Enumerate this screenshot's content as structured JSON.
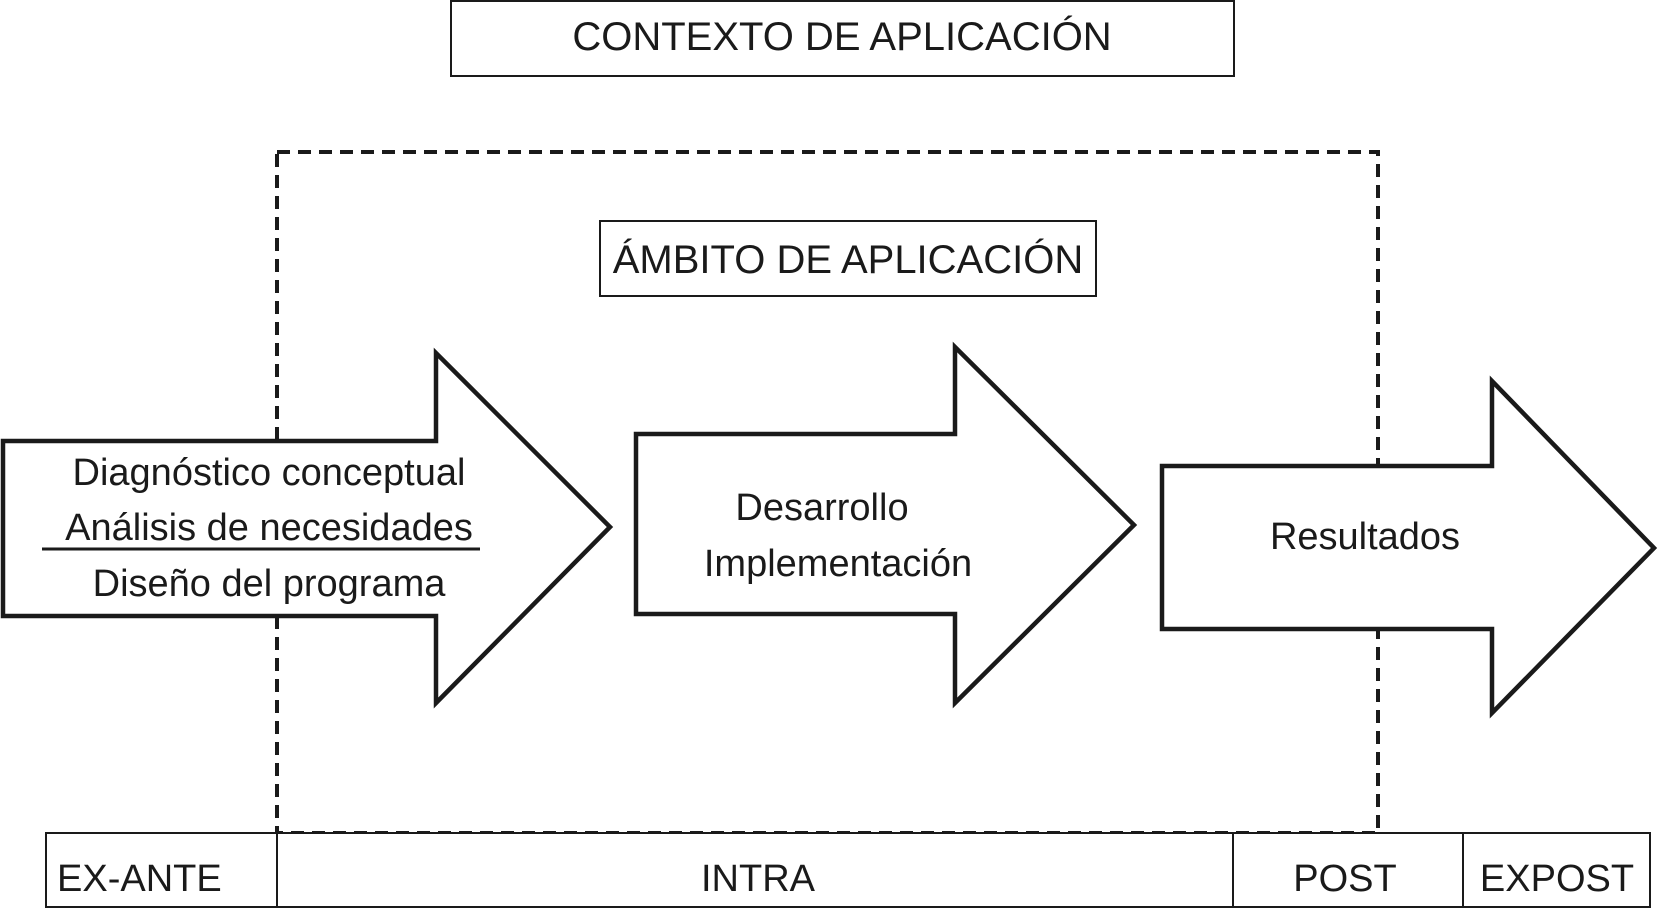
{
  "context_label": "CONTEXTO DE APLICACIÓN",
  "scope_label": "ÁMBITO DE APLICACIÓN",
  "arrows": [
    {
      "lines": [
        "Diagnóstico conceptual",
        "Análisis de necesidades",
        "Diseño del programa"
      ],
      "underlined_line": 1
    },
    {
      "lines": [
        "Desarrollo",
        "Implementación"
      ]
    },
    {
      "lines": [
        "Resultados"
      ]
    }
  ],
  "timeline": [
    "EX-ANTE",
    "INTRA",
    "POST",
    "EXPOST"
  ],
  "colors": {
    "stroke": "#1a1a1a",
    "fill": "#ffffff"
  }
}
